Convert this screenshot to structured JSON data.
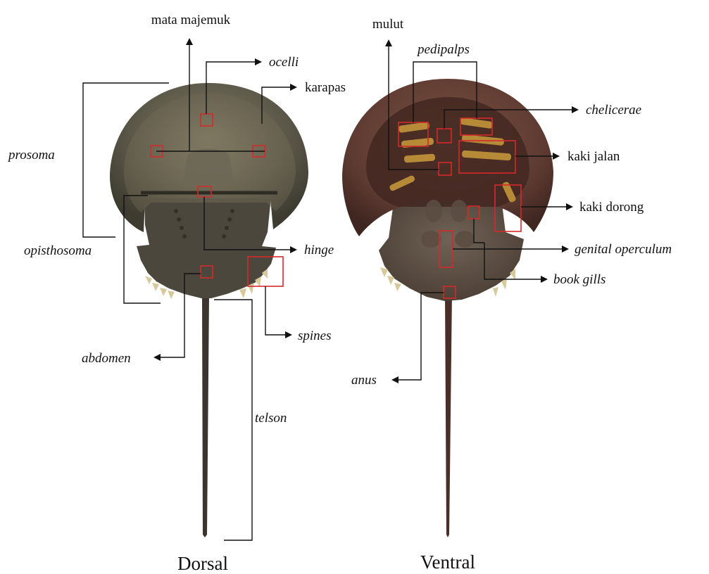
{
  "colors": {
    "highlight_box": "#d42a2a",
    "leader_line": "#111111",
    "dorsal_shell": "#5c5849",
    "ventral_shell": "#5e3b32",
    "spine_tips": "#d8c99a"
  },
  "dorsal": {
    "caption": "Dorsal",
    "labels": {
      "mata_majemuk": "mata majemuk",
      "ocelli": "ocelli",
      "karapas": "karapas",
      "prosoma": "prosoma",
      "opisthosoma": "opisthosoma",
      "hinge": "hinge",
      "abdomen": "abdomen",
      "spines": "spines",
      "telson": "telson"
    }
  },
  "ventral": {
    "caption": "Ventral",
    "labels": {
      "mulut": "mulut",
      "pedipalps": "pedipalps",
      "chelicerae": "chelicerae",
      "kaki_jalan": "kaki jalan",
      "kaki_dorong": "kaki dorong",
      "genital_operculum": "genital operculum",
      "book_gills": "book gills",
      "anus": "anus"
    }
  }
}
